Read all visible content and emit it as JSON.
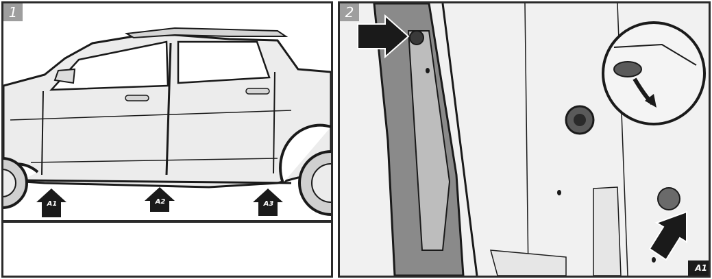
{
  "panels": [
    {
      "number": "1",
      "markers": [
        "A1",
        "A2",
        "A3"
      ]
    },
    {
      "number": "2",
      "corner_label": "A1"
    }
  ]
}
